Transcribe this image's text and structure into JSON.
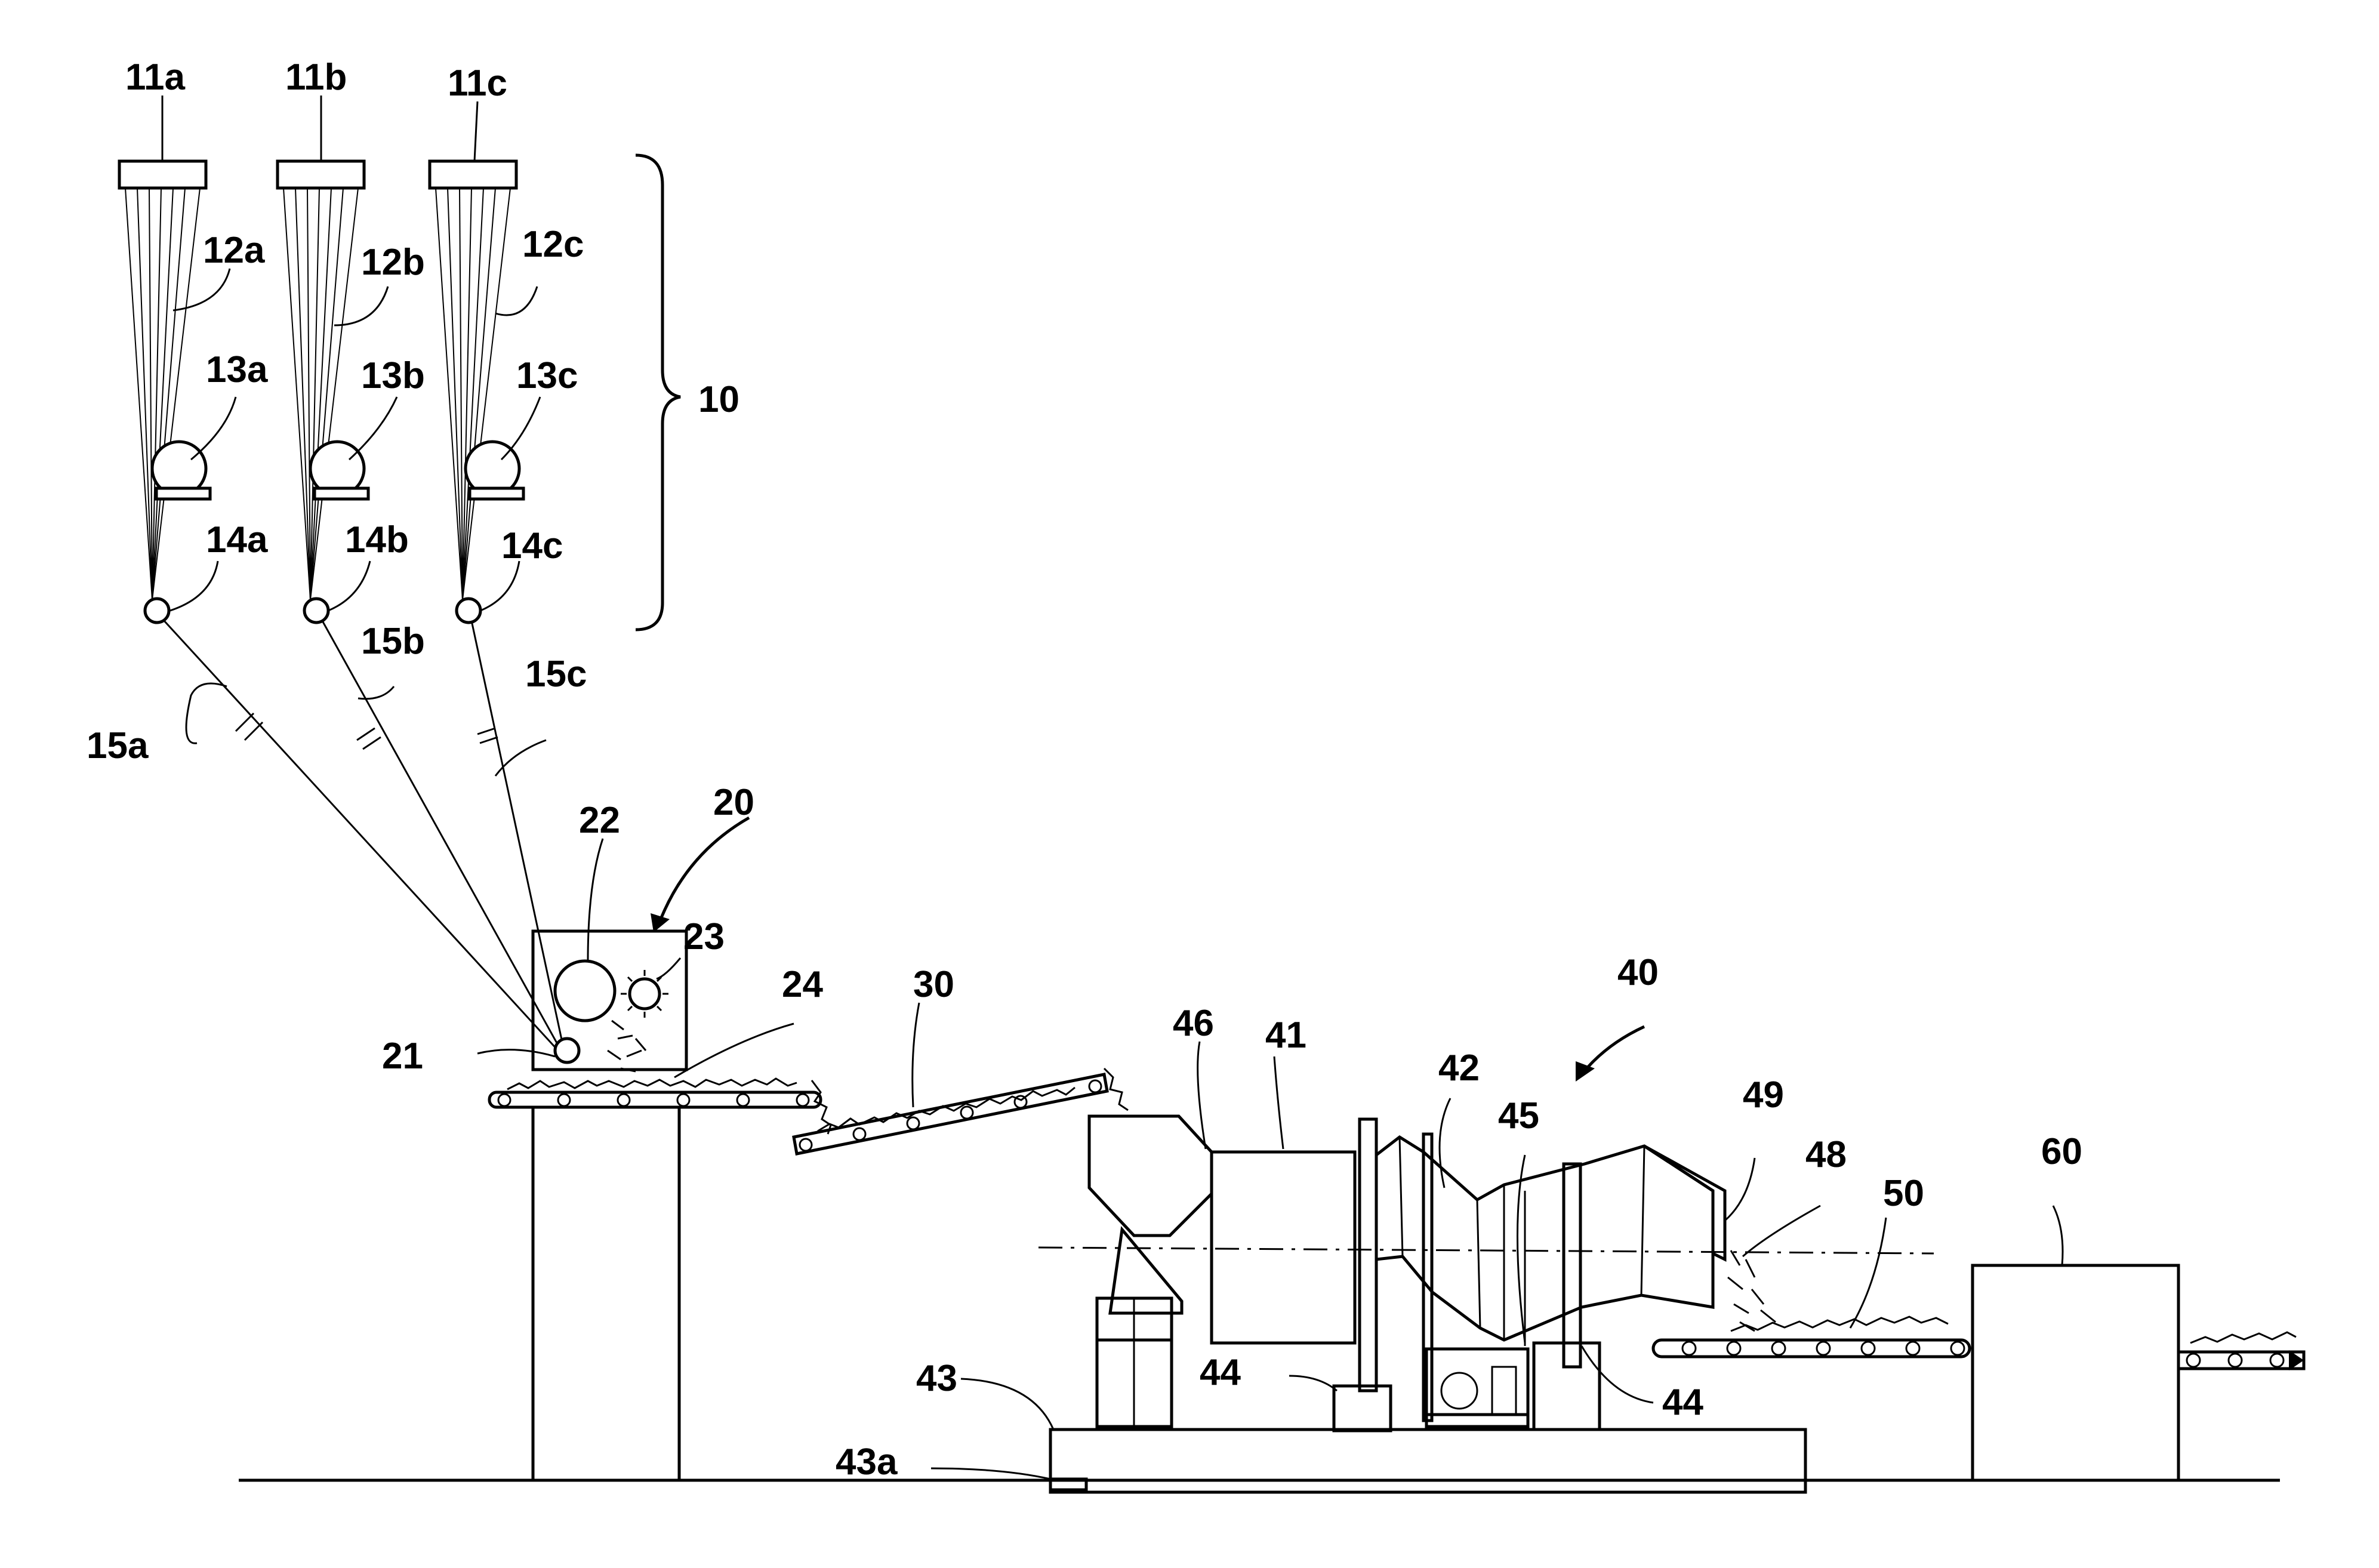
{
  "labels": {
    "l10": "10",
    "l11a": "11a",
    "l11b": "11b",
    "l11c": "11c",
    "l12a": "12a",
    "l12b": "12b",
    "l12c": "12c",
    "l13a": "13a",
    "l13b": "13b",
    "l13c": "13c",
    "l14a": "14a",
    "l14b": "14b",
    "l14c": "14c",
    "l15a": "15a",
    "l15b": "15b",
    "l15c": "15c",
    "l20": "20",
    "l21": "21",
    "l22": "22",
    "l23": "23",
    "l24": "24",
    "l30": "30",
    "l40": "40",
    "l41": "41",
    "l42": "42",
    "l43": "43",
    "l43a": "43a",
    "l44_left": "44",
    "l44_right": "44",
    "l45": "45",
    "l46": "46",
    "l48": "48",
    "l49": "49",
    "l50": "50",
    "l60": "60"
  }
}
